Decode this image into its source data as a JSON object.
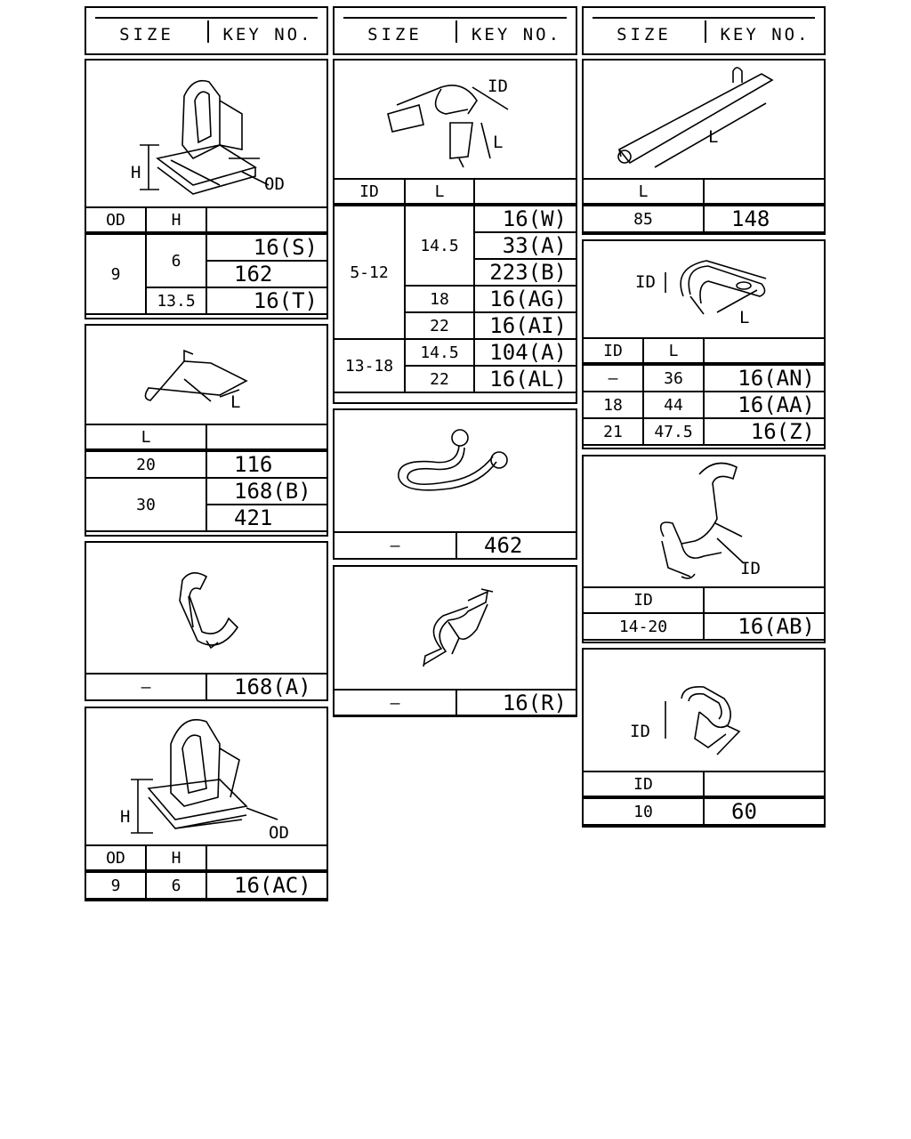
{
  "headers": {
    "size_label": "SIZE",
    "key_label": "KEY NO."
  },
  "panels": {
    "p1": {
      "dims": [
        "H",
        "OD"
      ],
      "cols": [
        "OD",
        "H",
        ""
      ],
      "rows": {
        "od": "9",
        "h1": "6",
        "h2": "13.5",
        "k1": "16(S)",
        "k2": "162",
        "k3": "16(T)"
      }
    },
    "p2": {
      "dims": [
        "L"
      ],
      "cols": [
        "L",
        ""
      ],
      "rows": {
        "l1": "20",
        "l2": "30",
        "k1": "116",
        "k2": "168(B)",
        "k3": "421"
      }
    },
    "p3": {
      "size": "—",
      "key": "168(A)"
    },
    "p4": {
      "dims": [
        "H",
        "OD"
      ],
      "cols": [
        "OD",
        "H",
        ""
      ],
      "rows": {
        "od": "9",
        "h": "6",
        "k": "16(AC)"
      }
    },
    "p5": {
      "dims": [
        "ID",
        "L"
      ],
      "cols": [
        "ID",
        "L",
        ""
      ],
      "rows": {
        "id1": "5-12",
        "id2": "13-18",
        "l1": "14.5",
        "l2": "18",
        "l3": "22",
        "l4": "14.5",
        "l5": "22",
        "k1": "16(W)",
        "k2": "33(A)",
        "k3": "223(B)",
        "k4": "16(AG)",
        "k5": "16(AI)",
        "k6": "104(A)",
        "k7": "16(AL)"
      }
    },
    "p6": {
      "size": "—",
      "key": "462"
    },
    "p7": {
      "size": "—",
      "key": "16(R)"
    },
    "p8": {
      "dims": [
        "L"
      ],
      "cols": [
        "L",
        ""
      ],
      "rows": {
        "l": "85",
        "k": "148"
      }
    },
    "p9": {
      "dims": [
        "ID",
        "L"
      ],
      "cols": [
        "ID",
        "L",
        ""
      ],
      "rows": {
        "id1": "—",
        "l1": "36",
        "k1": "16(AN)",
        "id2": "18",
        "l2": "44",
        "k2": "16(AA)",
        "id3": "21",
        "l3": "47.5",
        "k3": "16(Z)"
      }
    },
    "p10": {
      "dims": [
        "ID"
      ],
      "cols": [
        "ID",
        ""
      ],
      "rows": {
        "id": "14-20",
        "k": "16(AB)"
      }
    },
    "p11": {
      "dims": [
        "ID"
      ],
      "cols": [
        "ID",
        ""
      ],
      "rows": {
        "id": "10",
        "k": "60"
      }
    }
  }
}
